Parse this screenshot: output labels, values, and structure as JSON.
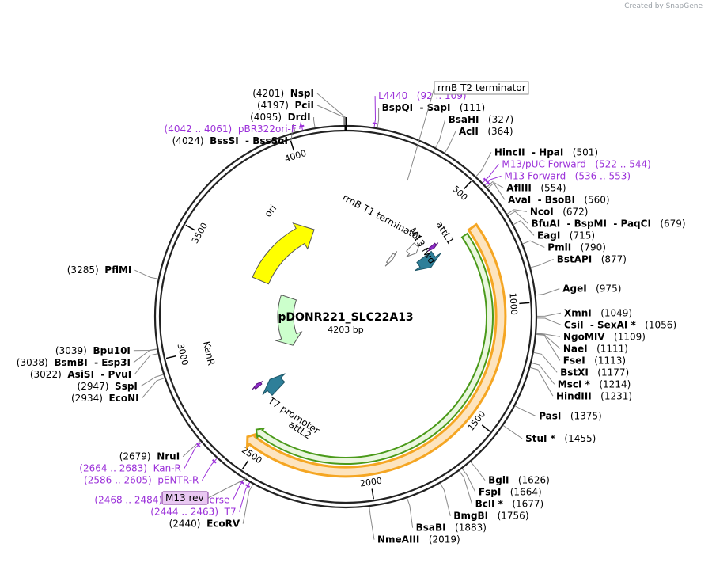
{
  "watermark": "Created by SnapGene",
  "plasmid": {
    "name": "pDONR221_SLC22A13",
    "size_label": "4203 bp",
    "length": 4203
  },
  "colors": {
    "primer": "#9b30d9",
    "enzyme": "#000000",
    "ori": "#ffff00",
    "kanr": "#ccffcc",
    "attl": "#2e7f99",
    "orange": "#f5a623",
    "green": "#4a9a1a",
    "terminator": "#ffffff"
  },
  "ring_ticks": [
    {
      "pos": 500,
      "label": "500"
    },
    {
      "pos": 1000,
      "label": "1000"
    },
    {
      "pos": 1500,
      "label": "1500"
    },
    {
      "pos": 2000,
      "label": "2000"
    },
    {
      "pos": 2500,
      "label": "2500"
    },
    {
      "pos": 3000,
      "label": "3000"
    },
    {
      "pos": 3500,
      "label": "3500"
    },
    {
      "pos": 4000,
      "label": "4000"
    }
  ],
  "features": [
    {
      "name": "ori",
      "type": "ori",
      "start": 3420,
      "end": 3970
    },
    {
      "name": "KanR",
      "type": "kanr",
      "start": 2820,
      "end": 3370
    },
    {
      "name": "rrnB T1 terminator",
      "type": "terminator",
      "start": 500,
      "end": 560
    },
    {
      "name": "rrnB T2 terminator",
      "type": "terminator",
      "start": 430,
      "end": 460
    },
    {
      "name": "attL1",
      "type": "attl",
      "start": 615,
      "end": 700
    },
    {
      "name": "attL2",
      "type": "attl",
      "start": 2605,
      "end": 2690
    },
    {
      "name": "M13 fwd",
      "type": "smallprimer",
      "start": 590,
      "end": 610
    },
    {
      "name": "T7 promoter",
      "type": "smallprimer",
      "start": 2700,
      "end": 2720
    }
  ],
  "cds_orange": {
    "start": 640,
    "end": 2560
  },
  "cds_green": {
    "start": 650,
    "end": 2550
  },
  "feature_labels": {
    "rrnB_T1": "rrnB T1 terminator",
    "M13_fwd": "M13 fwd",
    "attL1": "attL1",
    "T7_promoter": "T7 promoter",
    "attL2": "attL2",
    "ori": "ori",
    "KanR": "KanR",
    "rrnB_T2": "rrnB T2 terminator",
    "M13_rev": "M13 rev"
  },
  "labels": [
    {
      "pos": 4201,
      "side": "L",
      "parts": [
        {
          "t": "(4201)  ",
          "b": false,
          "c": "e"
        },
        {
          "t": "NspI",
          "b": true,
          "c": "e"
        }
      ]
    },
    {
      "pos": 4197,
      "side": "L",
      "parts": [
        {
          "t": "(4197)  ",
          "b": false,
          "c": "e"
        },
        {
          "t": "PciI",
          "b": true,
          "c": "e"
        }
      ]
    },
    {
      "pos": 4095,
      "side": "L",
      "parts": [
        {
          "t": "(4095)  ",
          "b": false,
          "c": "e"
        },
        {
          "t": "DrdI",
          "b": true,
          "c": "e"
        }
      ]
    },
    {
      "pos": 4051,
      "side": "L",
      "parts": [
        {
          "t": "(4042 .. 4061)  ",
          "b": false,
          "c": "p"
        },
        {
          "t": "pBR322ori-F",
          "b": false,
          "c": "p"
        }
      ]
    },
    {
      "pos": 4024,
      "side": "L",
      "parts": [
        {
          "t": "(4024)  ",
          "b": false,
          "c": "e"
        },
        {
          "t": "BssSI  - BssSαI",
          "b": true,
          "c": "e"
        }
      ]
    },
    {
      "pos": 100,
      "side": "R",
      "parts": [
        {
          "t": "L4440",
          "b": false,
          "c": "p"
        },
        {
          "t": "   (92 .. 109)",
          "b": false,
          "c": "p"
        }
      ]
    },
    {
      "pos": 111,
      "side": "R",
      "parts": [
        {
          "t": "BspQI  - SapI",
          "b": true,
          "c": "e"
        },
        {
          "t": "   (111)",
          "b": false,
          "c": "e"
        }
      ]
    },
    {
      "pos": 327,
      "side": "R",
      "parts": [
        {
          "t": "BsaHI",
          "b": true,
          "c": "e"
        },
        {
          "t": "   (327)",
          "b": false,
          "c": "e"
        }
      ]
    },
    {
      "pos": 364,
      "side": "R",
      "parts": [
        {
          "t": "AclI",
          "b": true,
          "c": "e"
        },
        {
          "t": "   (364)",
          "b": false,
          "c": "e"
        }
      ]
    },
    {
      "pos": 501,
      "side": "R",
      "parts": [
        {
          "t": "HincII  - HpaI",
          "b": true,
          "c": "e"
        },
        {
          "t": "   (501)",
          "b": false,
          "c": "e"
        }
      ]
    },
    {
      "pos": 533,
      "side": "R",
      "parts": [
        {
          "t": "M13/pUC Forward",
          "b": false,
          "c": "p"
        },
        {
          "t": "   (522 .. 544)",
          "b": false,
          "c": "p"
        }
      ]
    },
    {
      "pos": 544,
      "side": "R",
      "parts": [
        {
          "t": "M13 Forward",
          "b": false,
          "c": "p"
        },
        {
          "t": "   (536 .. 553)",
          "b": false,
          "c": "p"
        }
      ]
    },
    {
      "pos": 554,
      "side": "R",
      "parts": [
        {
          "t": "AflIII",
          "b": true,
          "c": "e"
        },
        {
          "t": "   (554)",
          "b": false,
          "c": "e"
        }
      ]
    },
    {
      "pos": 560,
      "side": "R",
      "parts": [
        {
          "t": "AvaI  - BsoBI",
          "b": true,
          "c": "e"
        },
        {
          "t": "   (560)",
          "b": false,
          "c": "e"
        }
      ]
    },
    {
      "pos": 672,
      "side": "R",
      "parts": [
        {
          "t": "NcoI",
          "b": true,
          "c": "e"
        },
        {
          "t": "   (672)",
          "b": false,
          "c": "e"
        }
      ]
    },
    {
      "pos": 679,
      "side": "R",
      "parts": [
        {
          "t": "BfuAI  - BspMI  - PaqCI",
          "b": true,
          "c": "e"
        },
        {
          "t": "   (679)",
          "b": false,
          "c": "e"
        }
      ]
    },
    {
      "pos": 715,
      "side": "R",
      "parts": [
        {
          "t": "EagI",
          "b": true,
          "c": "e"
        },
        {
          "t": "   (715)",
          "b": false,
          "c": "e"
        }
      ]
    },
    {
      "pos": 790,
      "side": "R",
      "parts": [
        {
          "t": "PmlI",
          "b": true,
          "c": "e"
        },
        {
          "t": "   (790)",
          "b": false,
          "c": "e"
        }
      ]
    },
    {
      "pos": 877,
      "side": "R",
      "parts": [
        {
          "t": "BstAPI",
          "b": true,
          "c": "e"
        },
        {
          "t": "   (877)",
          "b": false,
          "c": "e"
        }
      ]
    },
    {
      "pos": 975,
      "side": "R",
      "parts": [
        {
          "t": "AgeI",
          "b": true,
          "c": "e"
        },
        {
          "t": "   (975)",
          "b": false,
          "c": "e"
        }
      ]
    },
    {
      "pos": 1049,
      "side": "R",
      "parts": [
        {
          "t": "XmnI",
          "b": true,
          "c": "e"
        },
        {
          "t": "   (1049)",
          "b": false,
          "c": "e"
        }
      ]
    },
    {
      "pos": 1056,
      "side": "R",
      "parts": [
        {
          "t": "CsiI  - SexAI *",
          "b": true,
          "c": "e"
        },
        {
          "t": "   (1056)",
          "b": false,
          "c": "e"
        }
      ]
    },
    {
      "pos": 1109,
      "side": "R",
      "parts": [
        {
          "t": "NgoMIV",
          "b": true,
          "c": "e"
        },
        {
          "t": "   (1109)",
          "b": false,
          "c": "e"
        }
      ]
    },
    {
      "pos": 1111,
      "side": "R",
      "parts": [
        {
          "t": "NaeI",
          "b": true,
          "c": "e"
        },
        {
          "t": "   (1111)",
          "b": false,
          "c": "e"
        }
      ]
    },
    {
      "pos": 1113,
      "side": "R",
      "parts": [
        {
          "t": "FseI",
          "b": true,
          "c": "e"
        },
        {
          "t": "   (1113)",
          "b": false,
          "c": "e"
        }
      ]
    },
    {
      "pos": 1177,
      "side": "R",
      "parts": [
        {
          "t": "BstXI",
          "b": true,
          "c": "e"
        },
        {
          "t": "   (1177)",
          "b": false,
          "c": "e"
        }
      ]
    },
    {
      "pos": 1214,
      "side": "R",
      "parts": [
        {
          "t": "MscI *",
          "b": true,
          "c": "e"
        },
        {
          "t": "   (1214)",
          "b": false,
          "c": "e"
        }
      ]
    },
    {
      "pos": 1231,
      "side": "R",
      "parts": [
        {
          "t": "HindIII",
          "b": true,
          "c": "e"
        },
        {
          "t": "   (1231)",
          "b": false,
          "c": "e"
        }
      ]
    },
    {
      "pos": 1375,
      "side": "R",
      "parts": [
        {
          "t": "PasI",
          "b": true,
          "c": "e"
        },
        {
          "t": "   (1375)",
          "b": false,
          "c": "e"
        }
      ]
    },
    {
      "pos": 1455,
      "side": "R",
      "parts": [
        {
          "t": "StuI *",
          "b": true,
          "c": "e"
        },
        {
          "t": "   (1455)",
          "b": false,
          "c": "e"
        }
      ]
    },
    {
      "pos": 1626,
      "side": "R",
      "parts": [
        {
          "t": "BglI",
          "b": true,
          "c": "e"
        },
        {
          "t": "   (1626)",
          "b": false,
          "c": "e"
        }
      ]
    },
    {
      "pos": 1664,
      "side": "R",
      "parts": [
        {
          "t": "FspI",
          "b": true,
          "c": "e"
        },
        {
          "t": "   (1664)",
          "b": false,
          "c": "e"
        }
      ]
    },
    {
      "pos": 1677,
      "side": "R",
      "parts": [
        {
          "t": "BclI *",
          "b": true,
          "c": "e"
        },
        {
          "t": "   (1677)",
          "b": false,
          "c": "e"
        }
      ]
    },
    {
      "pos": 1756,
      "side": "R",
      "parts": [
        {
          "t": "BmgBI",
          "b": true,
          "c": "e"
        },
        {
          "t": "   (1756)",
          "b": false,
          "c": "e"
        }
      ]
    },
    {
      "pos": 1883,
      "side": "R",
      "parts": [
        {
          "t": "BsaBI",
          "b": true,
          "c": "e"
        },
        {
          "t": "   (1883)",
          "b": false,
          "c": "e"
        }
      ]
    },
    {
      "pos": 2019,
      "side": "R",
      "parts": [
        {
          "t": "NmeAIII",
          "b": true,
          "c": "e"
        },
        {
          "t": "   (2019)",
          "b": false,
          "c": "e"
        }
      ]
    },
    {
      "pos": 2440,
      "side": "L",
      "parts": [
        {
          "t": "(2440)  ",
          "b": false,
          "c": "e"
        },
        {
          "t": "EcoRV",
          "b": true,
          "c": "e"
        }
      ]
    },
    {
      "pos": 2453,
      "side": "L",
      "parts": [
        {
          "t": "(2444 .. 2463)  ",
          "b": false,
          "c": "p"
        },
        {
          "t": "T7",
          "b": false,
          "c": "p"
        }
      ]
    },
    {
      "pos": 2476,
      "side": "L",
      "parts": [
        {
          "t": "(2468 .. 2484)  ",
          "b": false,
          "c": "p"
        },
        {
          "t": "M13 Reverse",
          "b": false,
          "c": "p"
        }
      ]
    },
    {
      "pos": 2595,
      "side": "L",
      "parts": [
        {
          "t": "(2586 .. 2605)  ",
          "b": false,
          "c": "p"
        },
        {
          "t": "pENTR-R",
          "b": false,
          "c": "p"
        }
      ]
    },
    {
      "pos": 2679,
      "side": "L",
      "parts": [
        {
          "t": "(2679)  ",
          "b": false,
          "c": "e"
        },
        {
          "t": "NruI",
          "b": true,
          "c": "e"
        }
      ]
    },
    {
      "pos": 2673,
      "side": "L",
      "parts": [
        {
          "t": "(2664 .. 2683)  ",
          "b": false,
          "c": "p"
        },
        {
          "t": "Kan-R",
          "b": false,
          "c": "p"
        }
      ]
    },
    {
      "pos": 2934,
      "side": "L",
      "parts": [
        {
          "t": "(2934)  ",
          "b": false,
          "c": "e"
        },
        {
          "t": "EcoNI",
          "b": true,
          "c": "e"
        }
      ]
    },
    {
      "pos": 2947,
      "side": "L",
      "parts": [
        {
          "t": "(2947)  ",
          "b": false,
          "c": "e"
        },
        {
          "t": "SspI",
          "b": true,
          "c": "e"
        }
      ]
    },
    {
      "pos": 3022,
      "side": "L",
      "parts": [
        {
          "t": "(3022)  ",
          "b": false,
          "c": "e"
        },
        {
          "t": "AsiSI  - PvuI",
          "b": true,
          "c": "e"
        }
      ]
    },
    {
      "pos": 3038,
      "side": "L",
      "parts": [
        {
          "t": "(3038)  ",
          "b": false,
          "c": "e"
        },
        {
          "t": "BsmBI  - Esp3I",
          "b": true,
          "c": "e"
        }
      ]
    },
    {
      "pos": 3039,
      "side": "L",
      "parts": [
        {
          "t": "(3039)  ",
          "b": false,
          "c": "e"
        },
        {
          "t": "Bpu10I",
          "b": true,
          "c": "e"
        }
      ]
    },
    {
      "pos": 3285,
      "side": "L",
      "parts": [
        {
          "t": "(3285)  ",
          "b": false,
          "c": "e"
        },
        {
          "t": "PflMI",
          "b": true,
          "c": "e"
        }
      ]
    }
  ]
}
